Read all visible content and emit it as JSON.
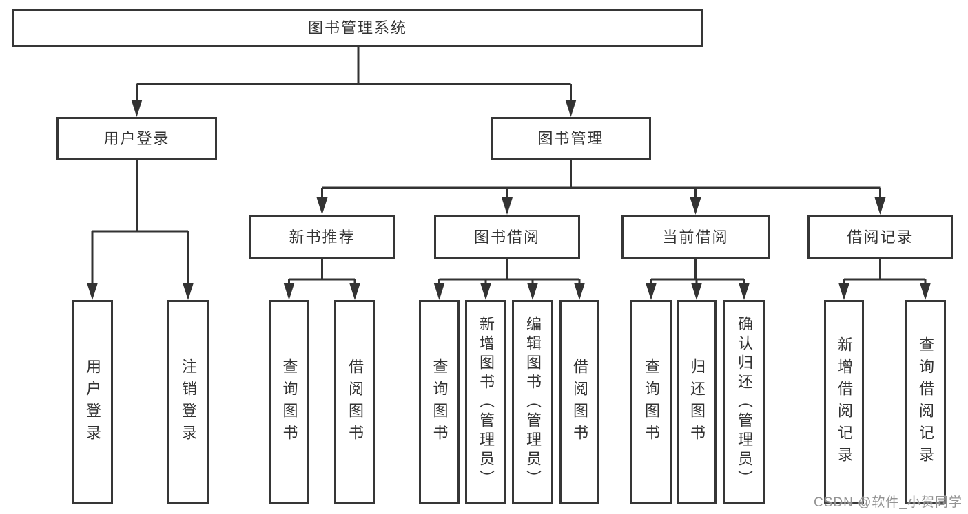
{
  "tree": {
    "root": "图书管理系统",
    "branches": [
      {
        "label": "用户登录",
        "children": [
          "用户登录",
          "注销登录"
        ]
      },
      {
        "label": "图书管理",
        "children": [
          {
            "label": "新书推荐",
            "children": [
              "查询图书",
              "借阅图书"
            ]
          },
          {
            "label": "图书借阅",
            "children": [
              "查询图书",
              "新增图书（管理员）",
              "编辑图书（管理员）",
              "借阅图书"
            ]
          },
          {
            "label": "当前借阅",
            "children": [
              "查询图书",
              "归还图书",
              "确认归还（管理员）"
            ]
          },
          {
            "label": "借阅记录",
            "children": [
              "新增借阅记录",
              "查询借阅记录"
            ]
          }
        ]
      }
    ]
  },
  "watermark": "CSDN @软件_小贺同学",
  "colors": {
    "line": "#333333",
    "box_border": "#363636",
    "text": "#333333",
    "watermark": "#8d8d8d",
    "background": "#ffffff"
  }
}
